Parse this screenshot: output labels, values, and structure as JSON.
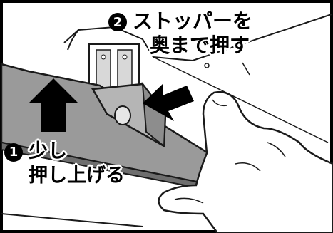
{
  "step2": {
    "number": "2",
    "line1": "ストッパーを",
    "line2": "奥まで押す"
  },
  "step1": {
    "number": "1",
    "line1": "少し",
    "line2": "押し上げる"
  },
  "colors": {
    "panel_gray": "#9a9a9a",
    "panel_dark": "#6e6e6e",
    "stopper_gray": "#b5b5b5",
    "arrow_black": "#000000",
    "line_black": "#1a1a1a",
    "hand_white": "#ffffff"
  },
  "icons": {
    "up_arrow": "up-arrow-icon",
    "push_arrow": "push-arrow-icon",
    "hand": "hand-illustration"
  }
}
